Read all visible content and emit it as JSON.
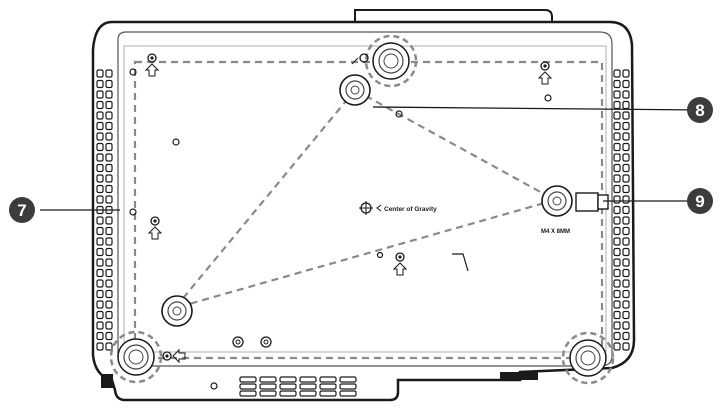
{
  "diagram": {
    "center_of_gravity_label": "Center of Gravity",
    "screw_spec_label": "M4 X 8MM",
    "callouts": [
      {
        "number": "7"
      },
      {
        "number": "8"
      },
      {
        "number": "9"
      }
    ]
  },
  "colors": {
    "outline": "#1a1a1a",
    "case_fill": "#ffffff",
    "callout_fill": "#3c3c3c",
    "callout_text": "#ffffff",
    "dash": "#8a8a8a"
  }
}
